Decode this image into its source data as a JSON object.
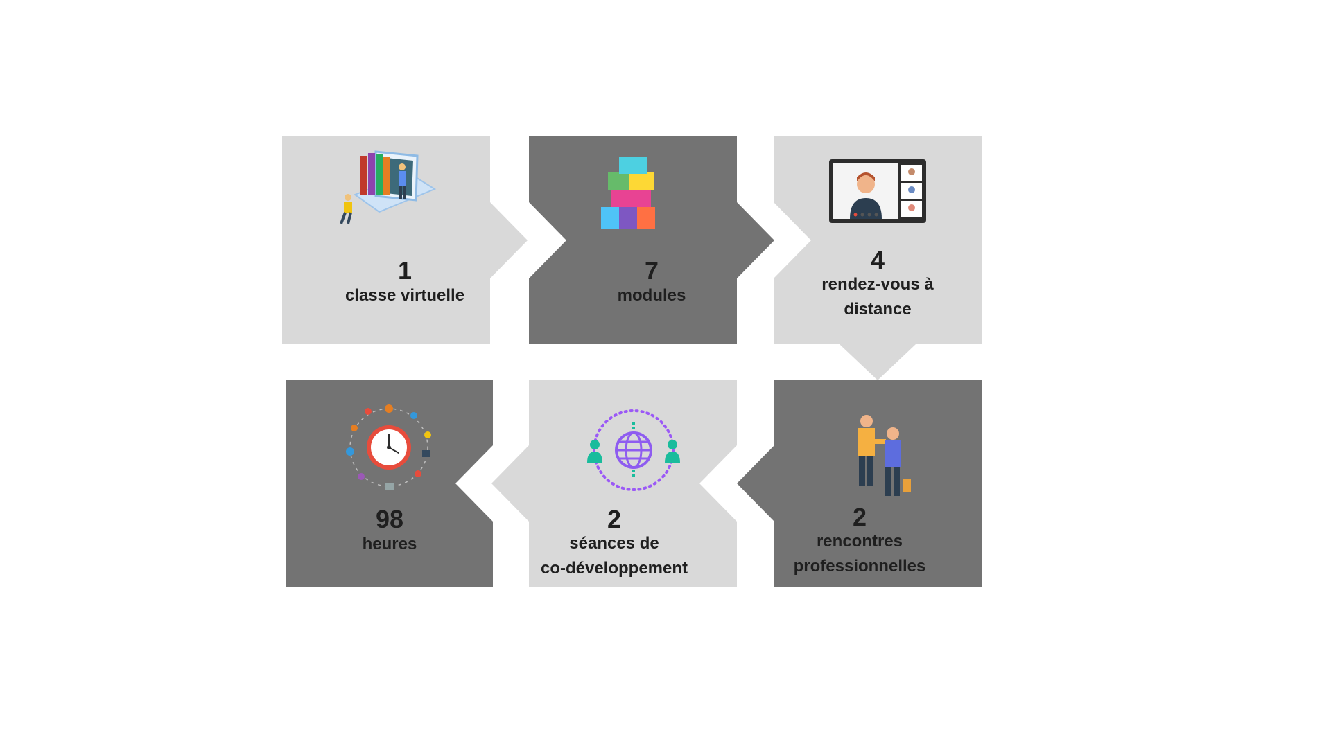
{
  "colors": {
    "light": "#d9d9d9",
    "dark": "#737373",
    "text": "#1f1f1f",
    "background": "#ffffff"
  },
  "steps": [
    {
      "number": "1",
      "label_lines": [
        "classe virtuelle"
      ],
      "icon": "virtual-classroom-icon",
      "tone": "light"
    },
    {
      "number": "7",
      "label_lines": [
        "modules"
      ],
      "icon": "building-blocks-icon",
      "tone": "dark"
    },
    {
      "number": "4",
      "label_lines": [
        "rendez-vous à",
        "distance"
      ],
      "icon": "video-call-icon",
      "tone": "light"
    },
    {
      "number": "2",
      "label_lines": [
        "rencontres",
        "professionnelles"
      ],
      "icon": "handshake-icon",
      "tone": "dark"
    },
    {
      "number": "2",
      "label_lines": [
        "séances de",
        "co-développement"
      ],
      "icon": "network-globe-icon",
      "tone": "light"
    },
    {
      "number": "98",
      "label_lines": [
        "heures"
      ],
      "icon": "clock-icon",
      "tone": "dark"
    }
  ]
}
